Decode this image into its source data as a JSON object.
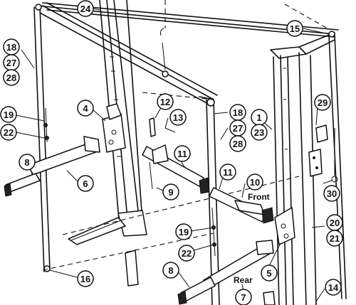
{
  "callouts": [
    {
      "id": "24"
    },
    {
      "id": "15"
    },
    {
      "id": "18"
    },
    {
      "id": "27"
    },
    {
      "id": "28"
    },
    {
      "id": "4"
    },
    {
      "id": "12"
    },
    {
      "id": "13"
    },
    {
      "id": "18b",
      "text": "18"
    },
    {
      "id": "1"
    },
    {
      "id": "23"
    },
    {
      "id": "29"
    },
    {
      "id": "19"
    },
    {
      "id": "22"
    },
    {
      "id": "27b",
      "text": "27"
    },
    {
      "id": "28b",
      "text": "28"
    },
    {
      "id": "8"
    },
    {
      "id": "6"
    },
    {
      "id": "11"
    },
    {
      "id": "9"
    },
    {
      "id": "11b",
      "text": "11"
    },
    {
      "id": "10"
    },
    {
      "id": "30"
    },
    {
      "id": "20"
    },
    {
      "id": "21"
    },
    {
      "id": "19b",
      "text": "19"
    },
    {
      "id": "22b",
      "text": "22"
    },
    {
      "id": "5"
    },
    {
      "id": "16"
    },
    {
      "id": "8b",
      "text": "8"
    },
    {
      "id": "7"
    },
    {
      "id": "14"
    }
  ],
  "labels": {
    "front": "Front",
    "rear": "Rear"
  }
}
